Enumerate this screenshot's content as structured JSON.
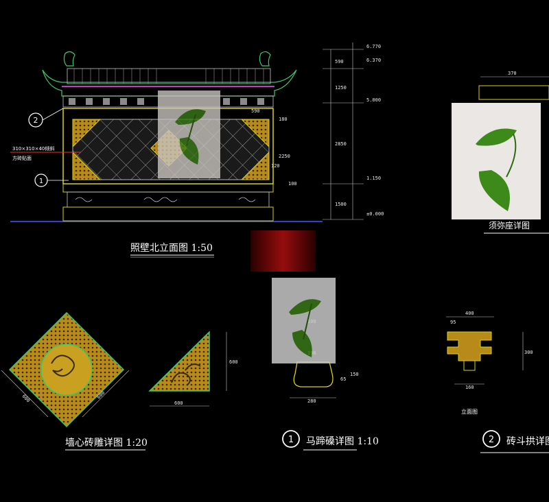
{
  "elevation": {
    "title": "照壁北立面图 1:50",
    "callout_a": "2",
    "callout_b": "1",
    "note_line1": "310×310×40倾斜",
    "note_line2": "方砖贴面",
    "dim_590": "590",
    "dim_180": "180",
    "dim_120": "120",
    "dim_2250": "2250",
    "dim_2850": "2850",
    "dim_590b": "590",
    "dim_1250": "1250",
    "dim_1500": "1500",
    "dim_100": "100",
    "level_1": "6.770",
    "level_2": "6.370",
    "level_3": "5.000",
    "level_4": "1.150",
    "level_5": "±0.000"
  },
  "right_top": {
    "title": "须弥座详图",
    "dim": "370"
  },
  "carving": {
    "title": "墙心砖雕详图 1:20",
    "dim_a": "600",
    "dim_b": "600",
    "dim_c": "600",
    "dim_d": "600"
  },
  "hoof": {
    "callout": "1",
    "title": "马蹄磉详图  1:10",
    "dim_top": "100",
    "dim_mid": "190",
    "dim_bot": "280",
    "dim_side1": "65",
    "dim_side2": "150"
  },
  "bracket": {
    "callout": "2",
    "title": "砖斗拱详图",
    "subtitle": "立面图",
    "dim_top": "400",
    "dim_left": "95",
    "dim_bot": "160",
    "dim_right": "300"
  }
}
